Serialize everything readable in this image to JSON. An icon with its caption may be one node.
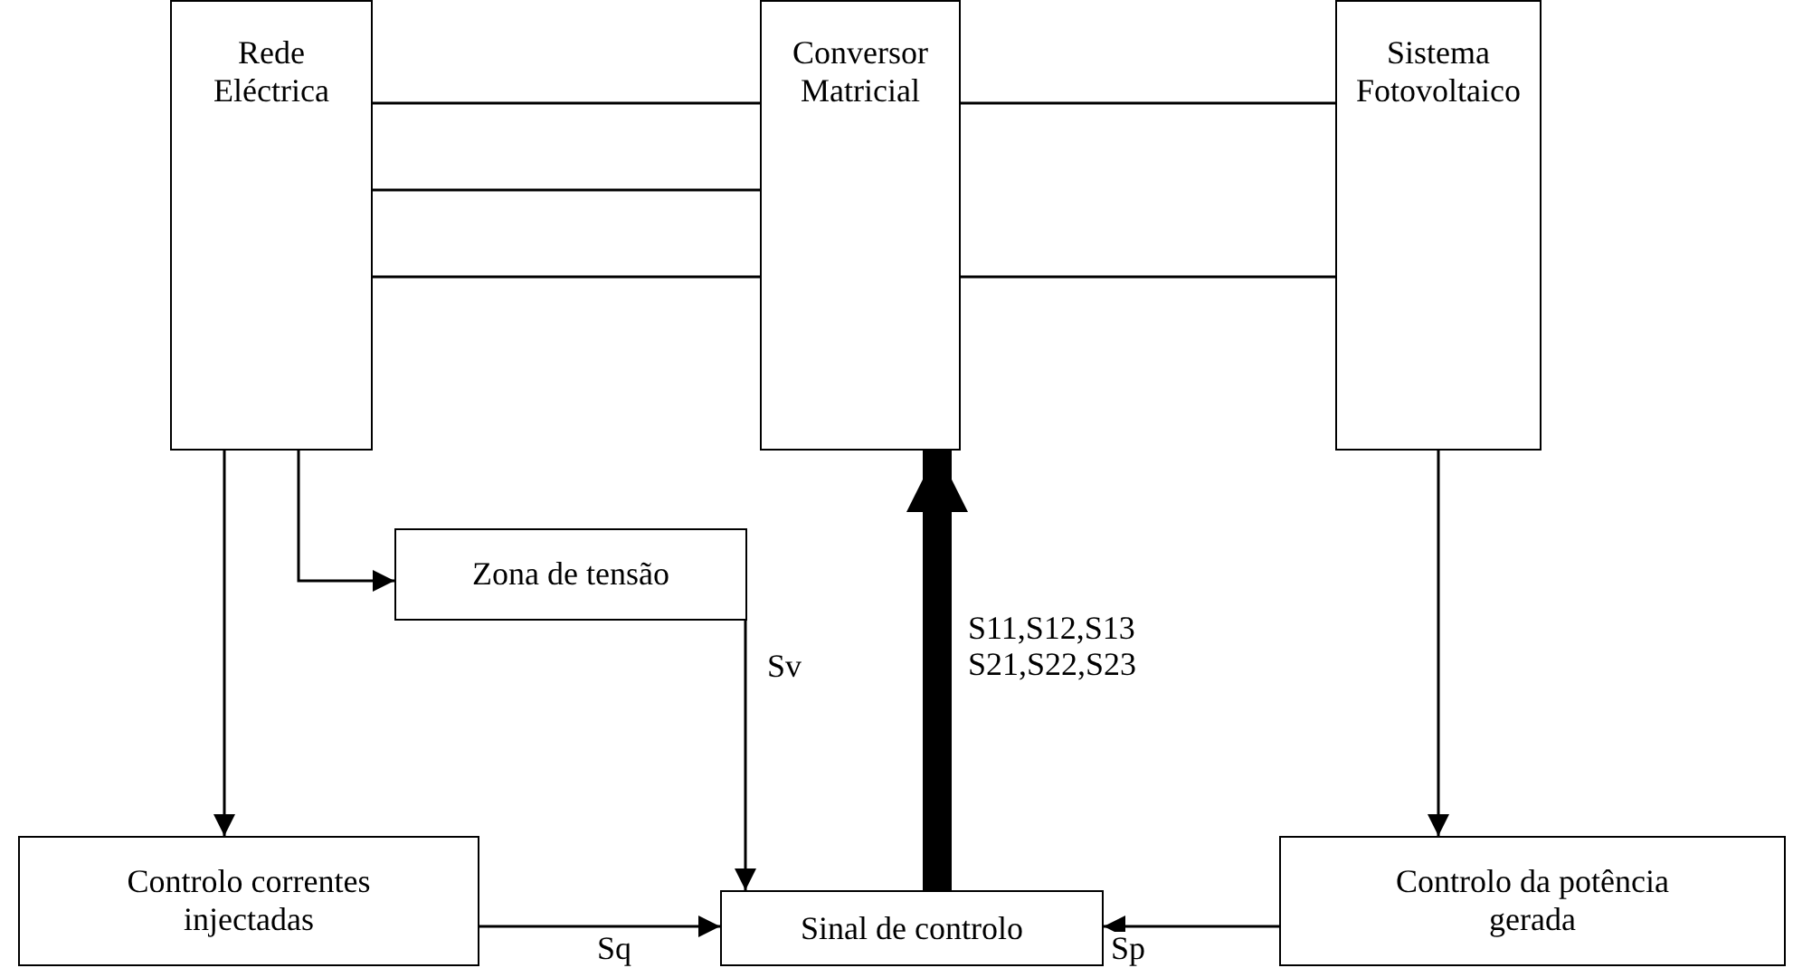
{
  "diagram": {
    "nodes": [
      {
        "text": [
          "Rede Eléctrica"
        ]
      },
      {
        "text": [
          "Conversor Matricial"
        ]
      },
      {
        "text": [
          "Sistema Fotovoltaico"
        ]
      },
      {
        "text": [
          "Zona de tensão"
        ]
      },
      {
        "text": [
          "Controlo correntes injectadas"
        ]
      },
      {
        "text": [
          "Sinal de controlo"
        ]
      },
      {
        "text": [
          "Controlo da potência gerada"
        ]
      }
    ],
    "edges": [
      {
        "from": 0,
        "to": 1,
        "arrow": "none"
      },
      {
        "from": 0,
        "to": 1,
        "arrow": "none"
      },
      {
        "from": 0,
        "to": 1,
        "arrow": "none"
      },
      {
        "from": 1,
        "to": 2,
        "arrow": "none"
      },
      {
        "from": 1,
        "to": 2,
        "arrow": "none"
      },
      {
        "from": 0,
        "to": 3,
        "arrow": "to"
      },
      {
        "from": 0,
        "to": 4,
        "arrow": "to"
      },
      {
        "from": 3,
        "to": 5,
        "arrow": "to",
        "label": "Sv"
      },
      {
        "from": 4,
        "to": 5,
        "arrow": "to",
        "label": "Sq"
      },
      {
        "from": 6,
        "to": 5,
        "arrow": "to",
        "label": "Sp"
      },
      {
        "from": 5,
        "to": 1,
        "arrow": "to",
        "label": "S11,S12,S13 S21,S22,S23",
        "style": "thick"
      },
      {
        "from": 2,
        "to": 6,
        "arrow": "to"
      }
    ]
  }
}
